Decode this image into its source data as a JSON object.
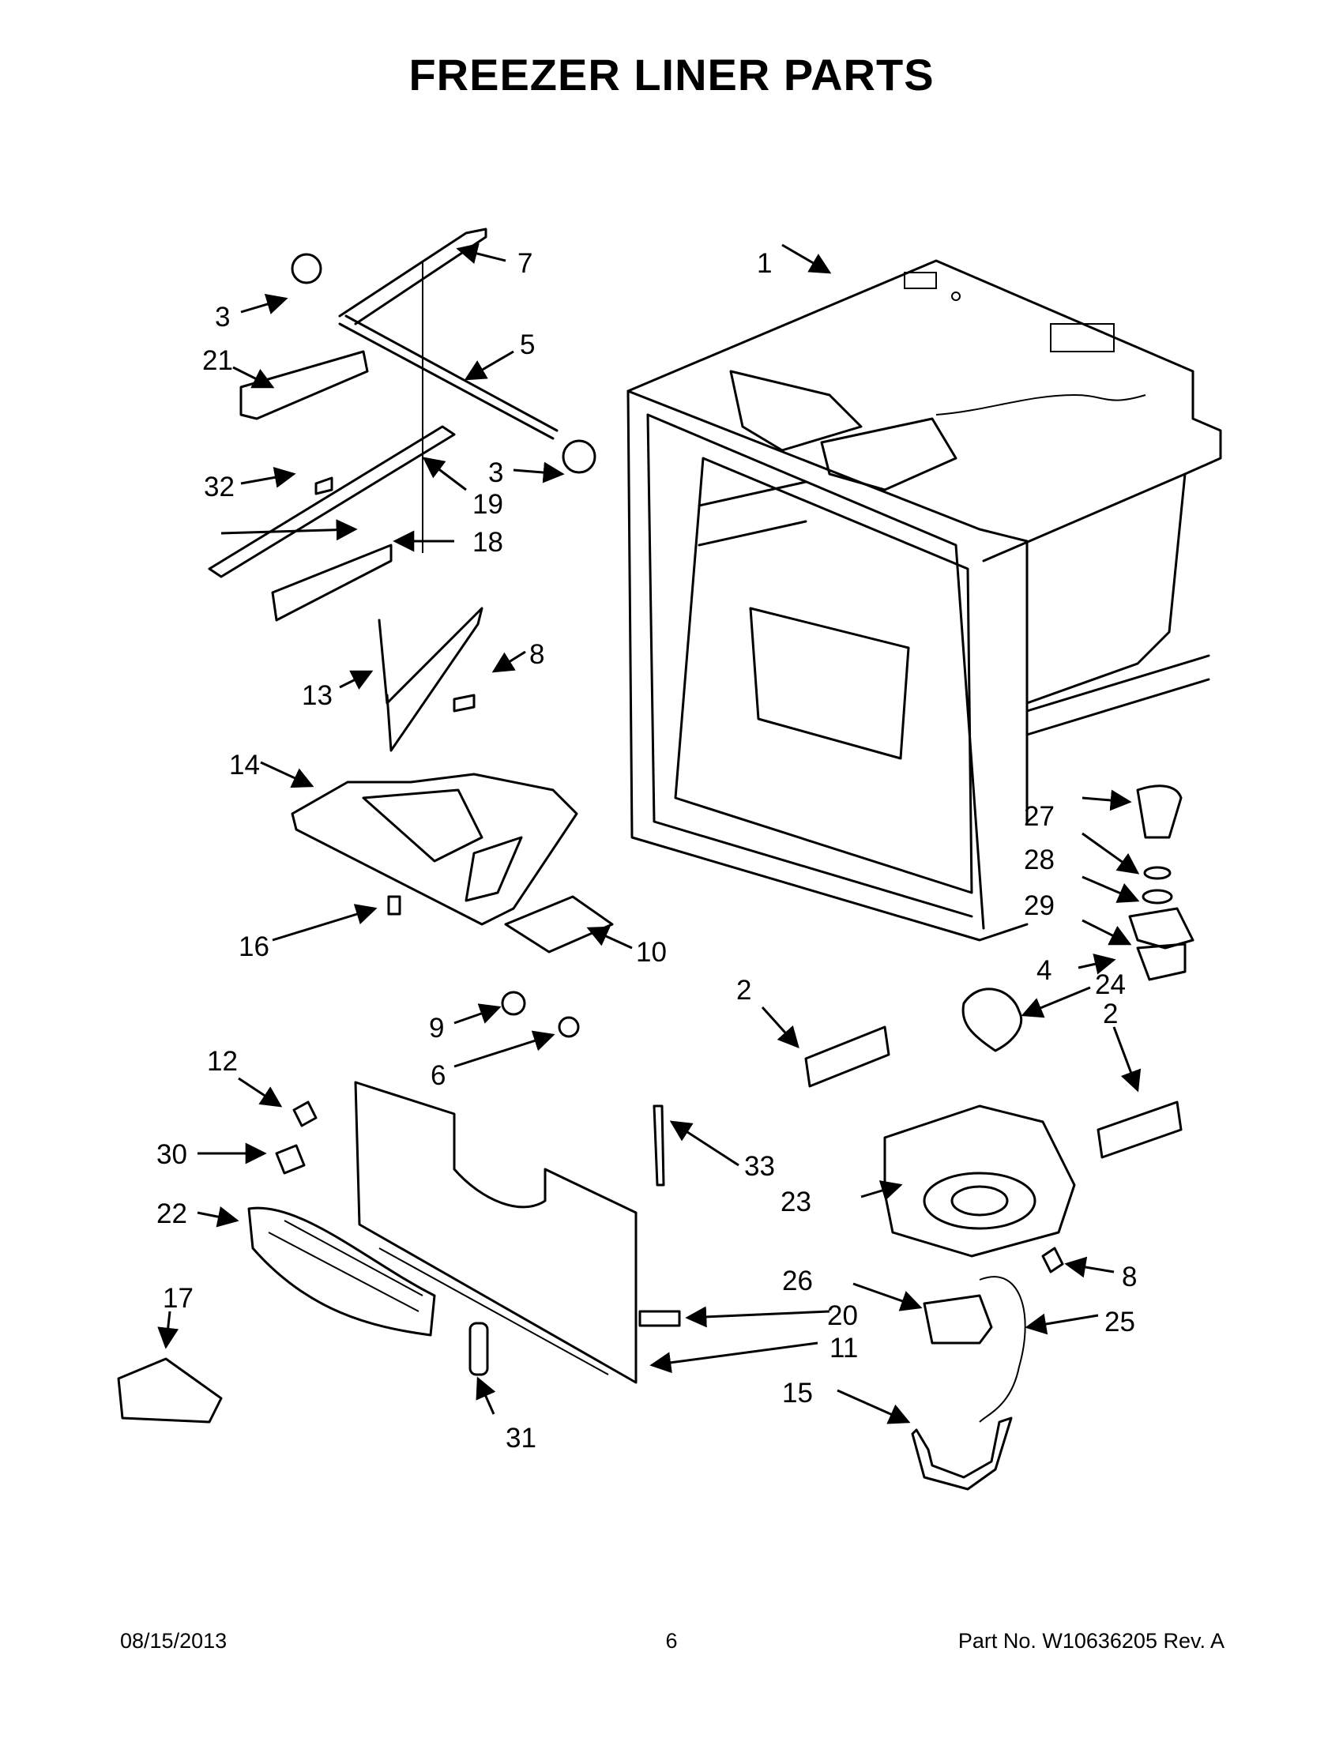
{
  "page": {
    "title": "FREEZER LINER PARTS"
  },
  "callouts": [
    "1",
    "2",
    "2",
    "3",
    "3",
    "4",
    "5",
    "6",
    "7",
    "8",
    "8",
    "9",
    "10",
    "11",
    "12",
    "13",
    "14",
    "15",
    "16",
    "17",
    "18",
    "19",
    "20",
    "21",
    "22",
    "23",
    "24",
    "25",
    "26",
    "27",
    "28",
    "29",
    "30",
    "31",
    "32",
    "33"
  ],
  "footer": {
    "date": "08/15/2013",
    "page_number": "6",
    "part_no": "Part No.  W10636205  Rev.  A"
  }
}
